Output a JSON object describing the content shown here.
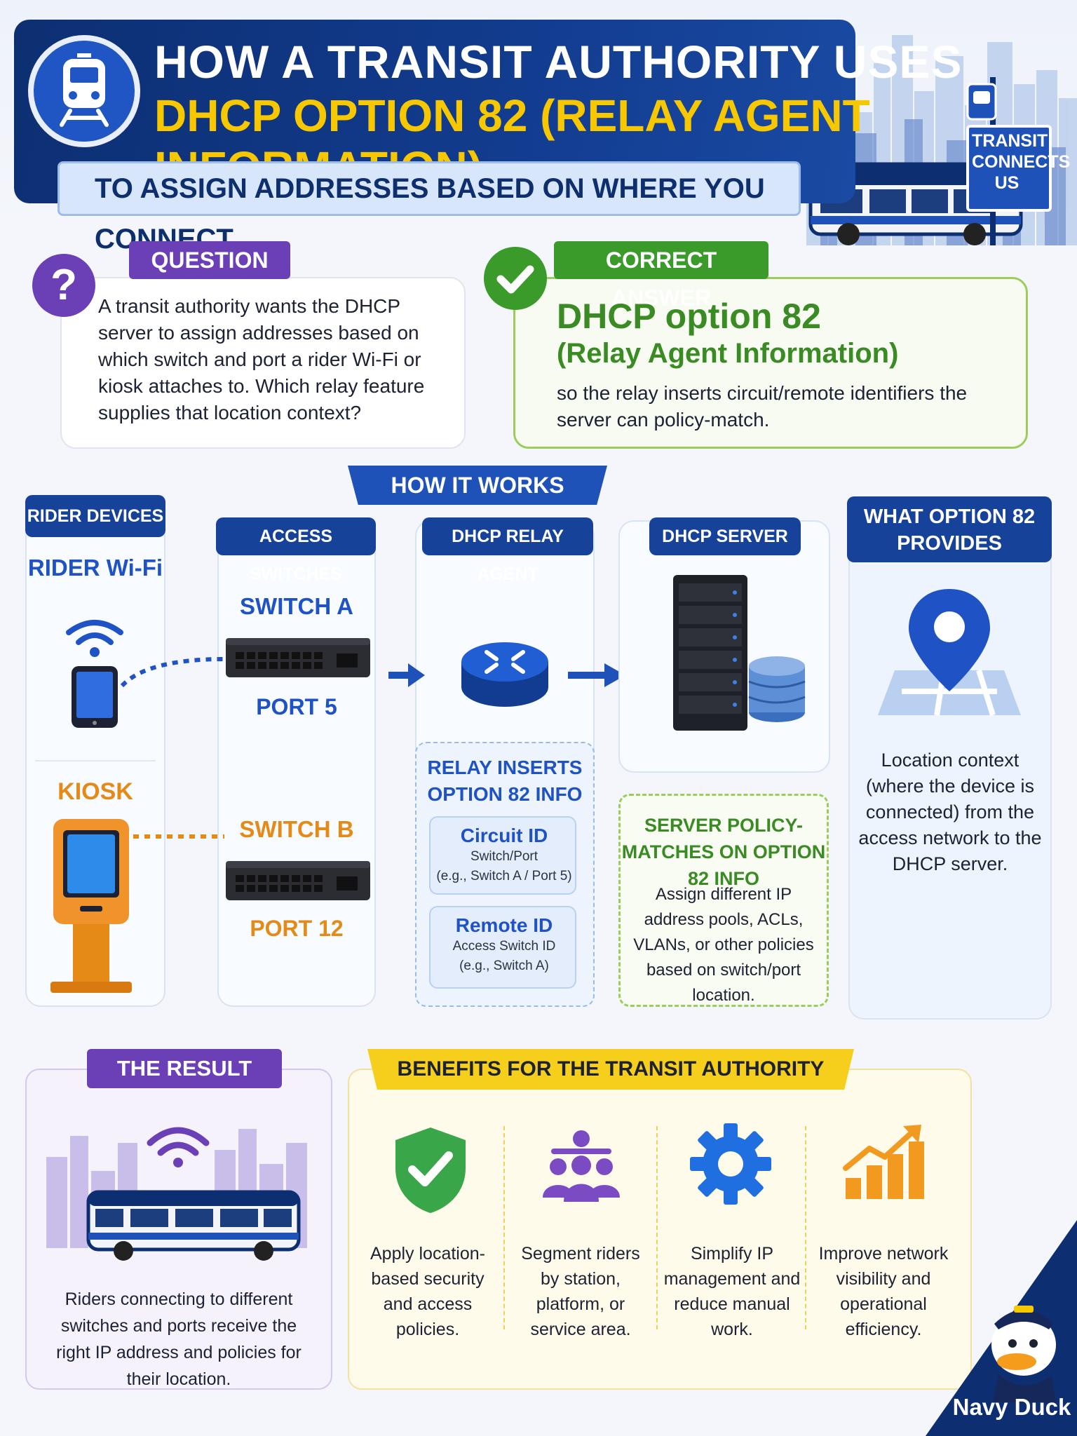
{
  "header": {
    "title_line1": "HOW A TRANSIT AUTHORITY USES",
    "title_line2": "DHCP OPTION 82 (RELAY AGENT INFORMATION)",
    "subtitle": "TO ASSIGN ADDRESSES BASED ON WHERE YOU CONNECT",
    "sign_text": "TRANSIT CONNECTS US",
    "logo_icon": "train-icon"
  },
  "question": {
    "tag": "QUESTION",
    "badge": "?",
    "text": "A transit authority wants the DHCP server to assign addresses based on which switch and port a rider Wi-Fi or kiosk attaches to. Which relay feature supplies that location context?"
  },
  "answer": {
    "tag": "CORRECT ANSWER",
    "title": "DHCP option 82",
    "subtitle": "(Relay Agent Information)",
    "description": "so the relay inserts circuit/remote identifiers the server can policy-match."
  },
  "how_it_works": {
    "tag": "HOW IT WORKS",
    "rider_devices": {
      "tag": "RIDER DEVICES",
      "wifi_label": "RIDER Wi-Fi",
      "kiosk_label": "KIOSK"
    },
    "access_switches": {
      "tag": "ACCESS SWITCHES",
      "switch_a": "SWITCH A",
      "port_a": "PORT 5",
      "switch_b": "SWITCH B",
      "port_b": "PORT 12"
    },
    "relay_agent": {
      "tag": "DHCP RELAY AGENT",
      "inserts_title": "RELAY INSERTS OPTION 82 INFO",
      "circuit_title": "Circuit ID",
      "circuit_line1": "Switch/Port",
      "circuit_line2": "(e.g., Switch A / Port 5)",
      "remote_title": "Remote ID",
      "remote_line1": "Access Switch ID",
      "remote_line2": "(e.g., Switch A)"
    },
    "dhcp_server": {
      "tag": "DHCP SERVER",
      "policy_title": "SERVER POLICY-MATCHES ON OPTION 82 INFO",
      "policy_desc": "Assign different IP address pools, ACLs, VLANs, or other policies based on switch/port location."
    },
    "provides": {
      "tag": "WHAT OPTION 82 PROVIDES",
      "desc": "Location context (where the device is connected) from the access network to the DHCP server."
    }
  },
  "result": {
    "tag": "THE RESULT",
    "desc": "Riders connecting to different switches and ports receive the right IP address and policies for their location."
  },
  "benefits": {
    "tag": "BENEFITS FOR THE TRANSIT AUTHORITY",
    "items": [
      {
        "icon": "shield-check-icon",
        "text": "Apply location-based security and access policies."
      },
      {
        "icon": "people-group-icon",
        "text": "Segment riders by station, platform, or service area."
      },
      {
        "icon": "gear-icon",
        "text": "Simplify IP management and reduce manual work."
      },
      {
        "icon": "chart-up-icon",
        "text": "Improve network visibility and operational efficiency."
      }
    ]
  },
  "footer": {
    "brand": "Navy Duck"
  },
  "colors": {
    "navy": "#0d2f72",
    "blue": "#1e52c5",
    "yellow": "#f7c800",
    "purple": "#6b3fb5",
    "green": "#3a9a2a",
    "orange": "#e58a16"
  }
}
